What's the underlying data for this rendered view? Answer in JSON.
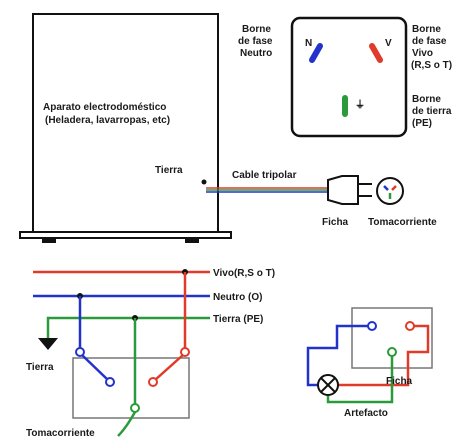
{
  "colors": {
    "live": "#e03a2a",
    "neutral": "#2233cc",
    "earth": "#2a9a3a",
    "line": "#111111",
    "box_stroke": "#555555"
  },
  "appliance": {
    "title": "Aparato electrodoméstico",
    "subtitle": "(Heladera, lavarropas, etc)",
    "earth_label": "Tierra"
  },
  "cable_label": "Cable tripolar",
  "plug_label": "Ficha",
  "socket_label": "Tomacorriente",
  "socket_face": {
    "neutral_label_1": "Borne",
    "neutral_label_2": "de fase",
    "neutral_label_3": "Neutro",
    "n_letter": "N",
    "v_letter": "V",
    "earth_symbol": "⏚",
    "live_label_1": "Borne",
    "live_label_2": "de fase",
    "live_label_3": "Vivo",
    "live_label_4": "(R,S o T)",
    "earth_label_1": "Borne",
    "earth_label_2": "de tierra",
    "earth_label_3": "(PE)"
  },
  "bus": {
    "live_label": "Vivo(R,S o T)",
    "neutral_label": "Neutro (O)",
    "earth_label": "Tierra (PE)",
    "ground_label": "Tierra",
    "outlet_label": "Tomacorriente"
  },
  "appliance_circuit": {
    "plug_label": "Ficha",
    "device_label": "Artefacto"
  }
}
